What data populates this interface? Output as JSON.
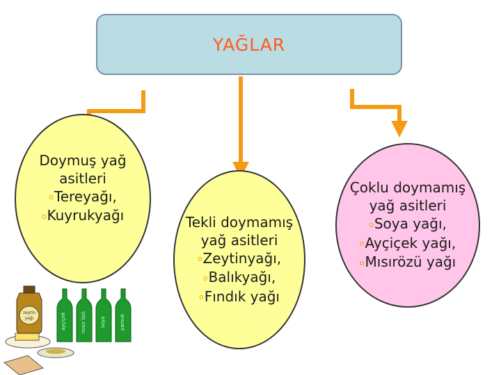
{
  "title": "YAĞLAR",
  "colors": {
    "arrow": "#f59b13",
    "title_text": "#ff5a1e",
    "circle_yellow": "#ffff9a",
    "circle_pink": "#ffc6ea",
    "title_box": "#b9dde3"
  },
  "left": {
    "heading": [
      "Doymuş yağ",
      "asitleri"
    ],
    "items": [
      "Tereyağı,",
      "Kuyrukyağı"
    ]
  },
  "middle": {
    "heading": [
      "Tekli doymamış",
      "yağ asitleri"
    ],
    "items": [
      "Zeytinyağı,",
      "Balıkyağı,",
      "Fındık yağı"
    ]
  },
  "right": {
    "heading": [
      "Çoklu doymamış",
      "yağ asitleri"
    ],
    "items": [
      "Soya yağı,",
      "Ayçiçek yağı,",
      "Mısırözü yağı"
    ]
  },
  "bullet_glyph": "o",
  "illustration": {
    "jar_label": [
      "zeytin",
      "yağı"
    ],
    "bottle_labels": [
      "ayçiçek",
      "mısır özü",
      "soya",
      "pamuk"
    ]
  }
}
